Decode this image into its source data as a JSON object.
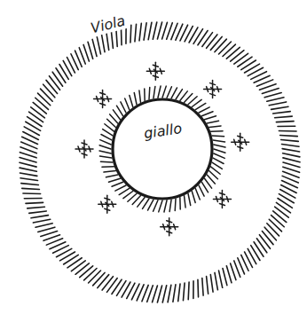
{
  "diagram": {
    "nodes": [
      {
        "text": [
          "Viola"
        ]
      },
      {
        "text": [
          "giallo"
        ],
        "in": 0
      }
    ]
  }
}
